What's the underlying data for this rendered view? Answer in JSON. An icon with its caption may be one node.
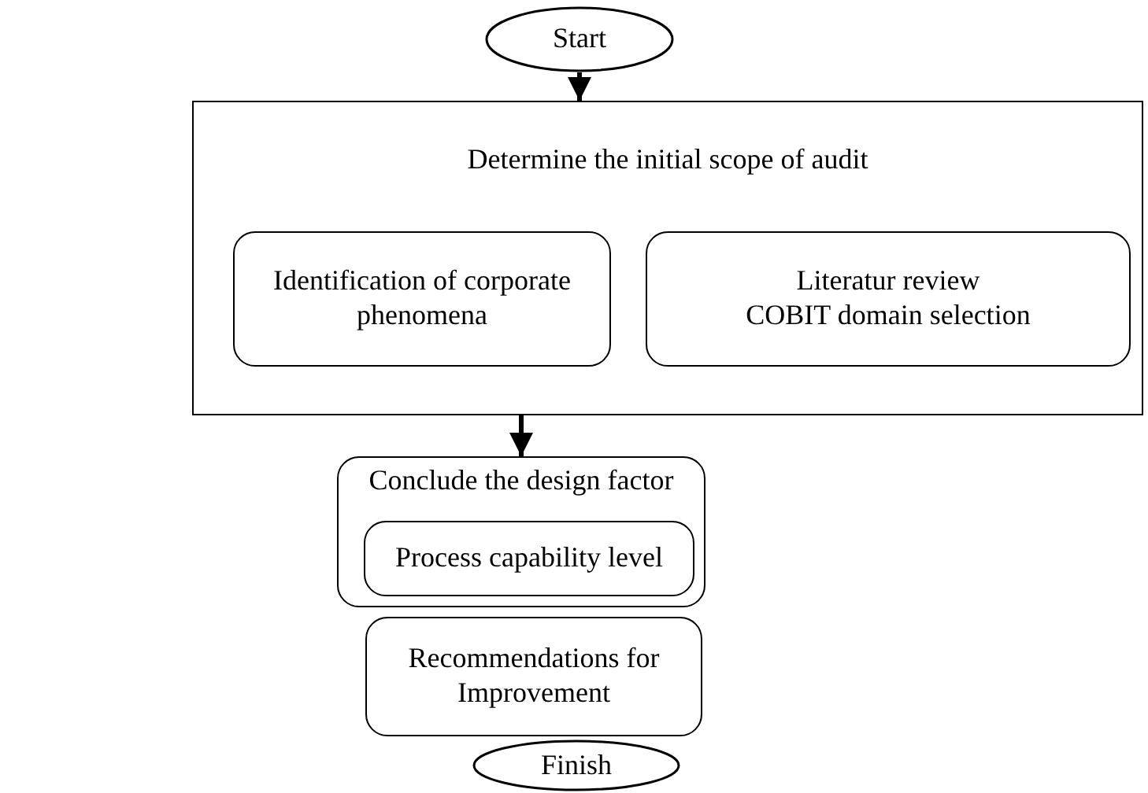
{
  "diagram": {
    "nodes": [
      {
        "text": [
          "Start"
        ]
      },
      {
        "text": [
          "Determine the initial scope of audit"
        ]
      },
      {
        "text": [
          "Identification of corporate phenomena"
        ],
        "in": 1
      },
      {
        "text": [
          "Literatur review",
          "COBIT domain selection"
        ],
        "in": 1
      },
      {
        "text": [
          "Conclude the design factor"
        ]
      },
      {
        "text": [
          "Process capability level"
        ],
        "in": 4
      },
      {
        "text": [
          "Recommendations for Improvement"
        ]
      },
      {
        "text": [
          "Finish"
        ]
      }
    ],
    "edges": [
      {
        "from": 0,
        "to": 1,
        "arrow": "to"
      },
      {
        "from": 1,
        "to": 4,
        "arrow": "to"
      }
    ]
  }
}
